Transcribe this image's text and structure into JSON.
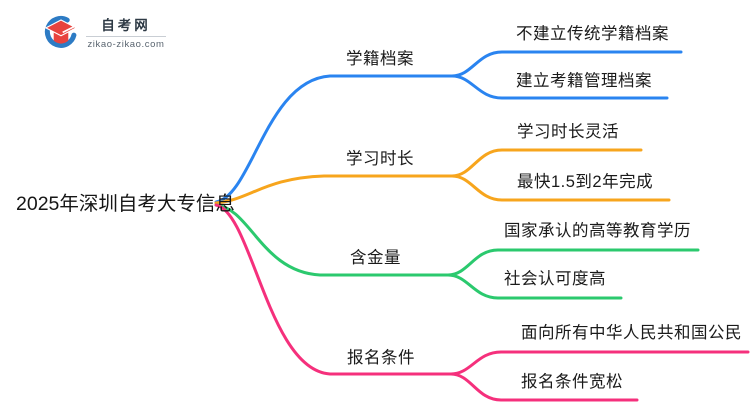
{
  "logo": {
    "name": "自考网",
    "domain": "zikao-zikao.com",
    "icon": "graduation-cap-icon",
    "cap_color": "#e8433e",
    "arc_color": "#2d7bc4"
  },
  "mindmap": {
    "title": "2025年深圳自考大专信息",
    "text_color": "#1a1a1a",
    "branches": [
      {
        "label": "学籍档案",
        "color": "#2a84f0",
        "children": [
          "不建立传统学籍档案",
          "建立考籍管理档案"
        ]
      },
      {
        "label": "学习时长",
        "color": "#f7a51d",
        "children": [
          "学习时长灵活",
          "最快1.5到2年完成"
        ]
      },
      {
        "label": "含金量",
        "color": "#2bc96e",
        "children": [
          "国家承认的高等教育学历",
          "社会认可度高"
        ]
      },
      {
        "label": "报名条件",
        "color": "#f5307c",
        "children": [
          "面向所有中华人民共和国公民",
          "报名条件宽松"
        ]
      }
    ]
  }
}
